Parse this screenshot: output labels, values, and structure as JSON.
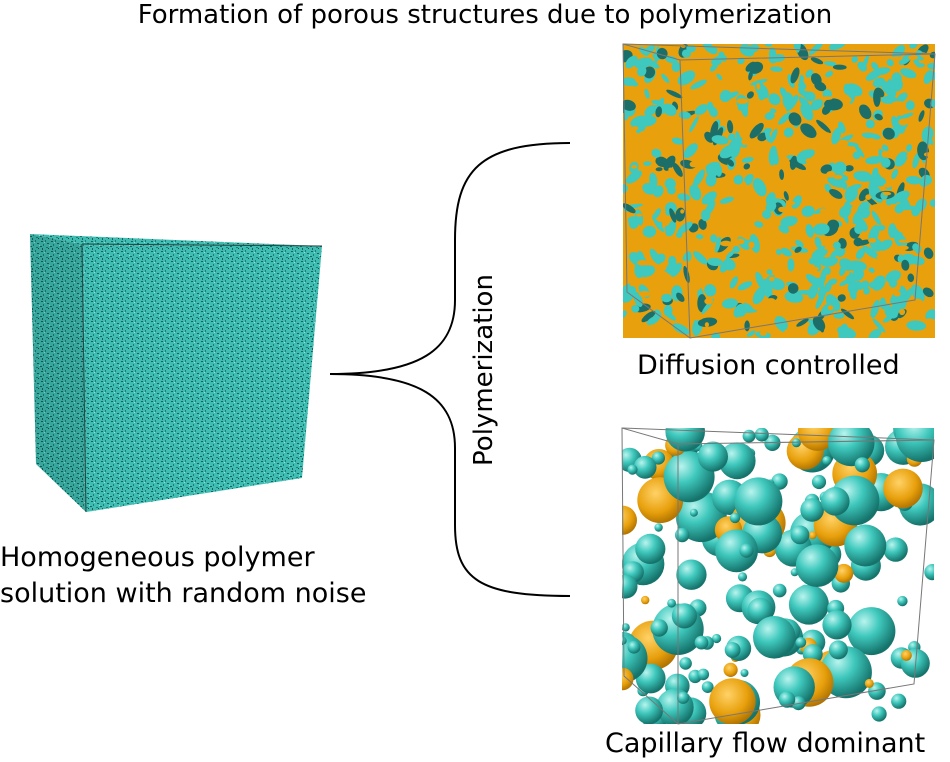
{
  "title": "Formation of porous structures due to polymerization",
  "left_caption": [
    "Homogeneous polymer",
    "solution with random noise"
  ],
  "process_label": "Polymerization",
  "outcomes": [
    {
      "label": "Diffusion controlled"
    },
    {
      "label": "Capillary flow dominant"
    }
  ],
  "colors": {
    "teal": "#3fc8bd",
    "teal_dark": "#1c6f68",
    "orange": "#e8a00c",
    "edge": "#666666"
  }
}
